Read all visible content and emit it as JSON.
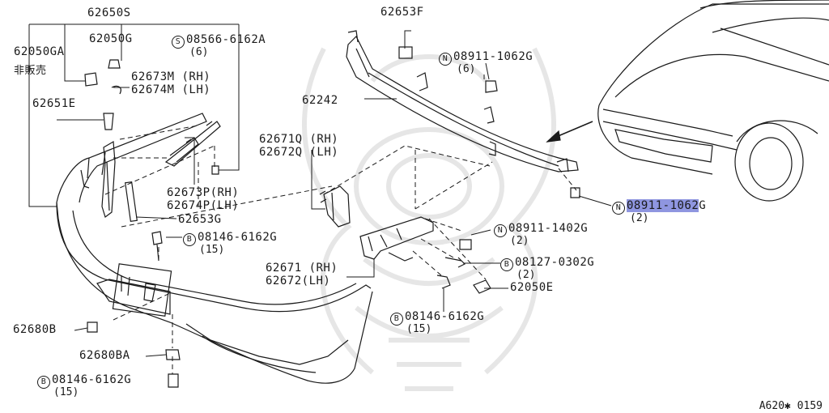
{
  "parts": {
    "p62650S": {
      "code": "62650S"
    },
    "p62050G": {
      "code": "62050G"
    },
    "p62050GA": {
      "code": "62050GA"
    },
    "not_for_sale": "非販売",
    "p62651E": {
      "code": "62651E"
    },
    "b08566": {
      "prefix": "S",
      "code": "08566-6162A",
      "qty": "(6)"
    },
    "p62673M": {
      "code": "62673M (RH)"
    },
    "p62674M": {
      "code": "62674M (LH)"
    },
    "p62653F": {
      "code": "62653F"
    },
    "n08911_top": {
      "prefix": "N",
      "code": "08911-1062G",
      "qty": "(6)"
    },
    "p62242": {
      "code": "62242"
    },
    "p62671Q": {
      "code": "62671Q (RH)"
    },
    "p62672Q": {
      "code": "62672Q (LH)"
    },
    "p62673P": {
      "code": "62673P(RH)"
    },
    "p62674P": {
      "code": "62674P(LH)"
    },
    "p62653G": {
      "code": "62653G"
    },
    "b08146_a": {
      "prefix": "B",
      "code": "08146-6162G",
      "qty": "(15)"
    },
    "n08911_hl": {
      "prefix": "N",
      "code_hl": "08911-1062",
      "code_tail": "G",
      "qty": "(2)"
    },
    "n08911_1402": {
      "prefix": "N",
      "code": "08911-1402G",
      "qty": "(2)"
    },
    "b08127": {
      "prefix": "B",
      "code": "08127-0302G",
      "qty": "(2)"
    },
    "p62050E": {
      "code": "62050E"
    },
    "p62671": {
      "code": "62671 (RH)"
    },
    "p62672": {
      "code": "62672(LH)"
    },
    "b08146_b": {
      "prefix": "B",
      "code": "08146-6162G",
      "qty": "(15)"
    },
    "p62680B": {
      "code": "62680B"
    },
    "p62680BA": {
      "code": "62680BA"
    },
    "b08146_c": {
      "prefix": "B",
      "code": "08146-6162G",
      "qty": "(15)"
    }
  },
  "diagram_ref": "A620✱ 0159",
  "colors": {
    "ink": "#1a1a1a",
    "highlight": "#8f96e0",
    "watermark": "#e6e6e6"
  }
}
